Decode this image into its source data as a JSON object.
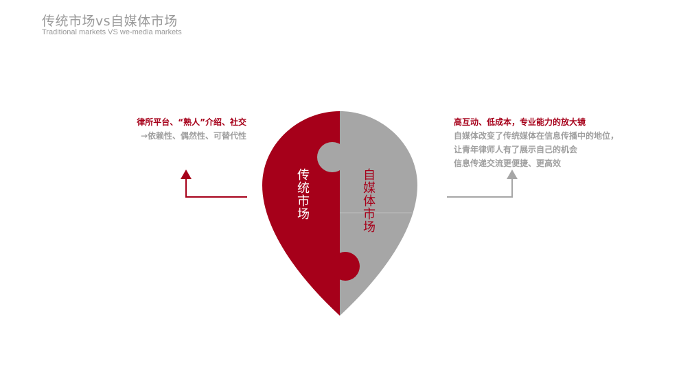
{
  "header": {
    "title": "传统市场vs自媒体市场",
    "subtitle": "Traditional markets VS we-media markets"
  },
  "left_panel": {
    "heading": "律所平台、“熟人”介绍、社交",
    "lines": [
      "→依赖性、偶然性、可替代性"
    ]
  },
  "right_panel": {
    "heading": "高互动、低成本，专业能力的放大镜",
    "lines": [
      "自媒体改变了传统媒体在信息传播中的地位，",
      "让青年律师人有了展示自己的机会",
      "信息传递交流更便捷、更高效"
    ]
  },
  "pin": {
    "left_label": "传统市场",
    "right_label": "自媒体市场"
  },
  "colors": {
    "red": "#a6001a",
    "gray": "#a6a6a6"
  }
}
